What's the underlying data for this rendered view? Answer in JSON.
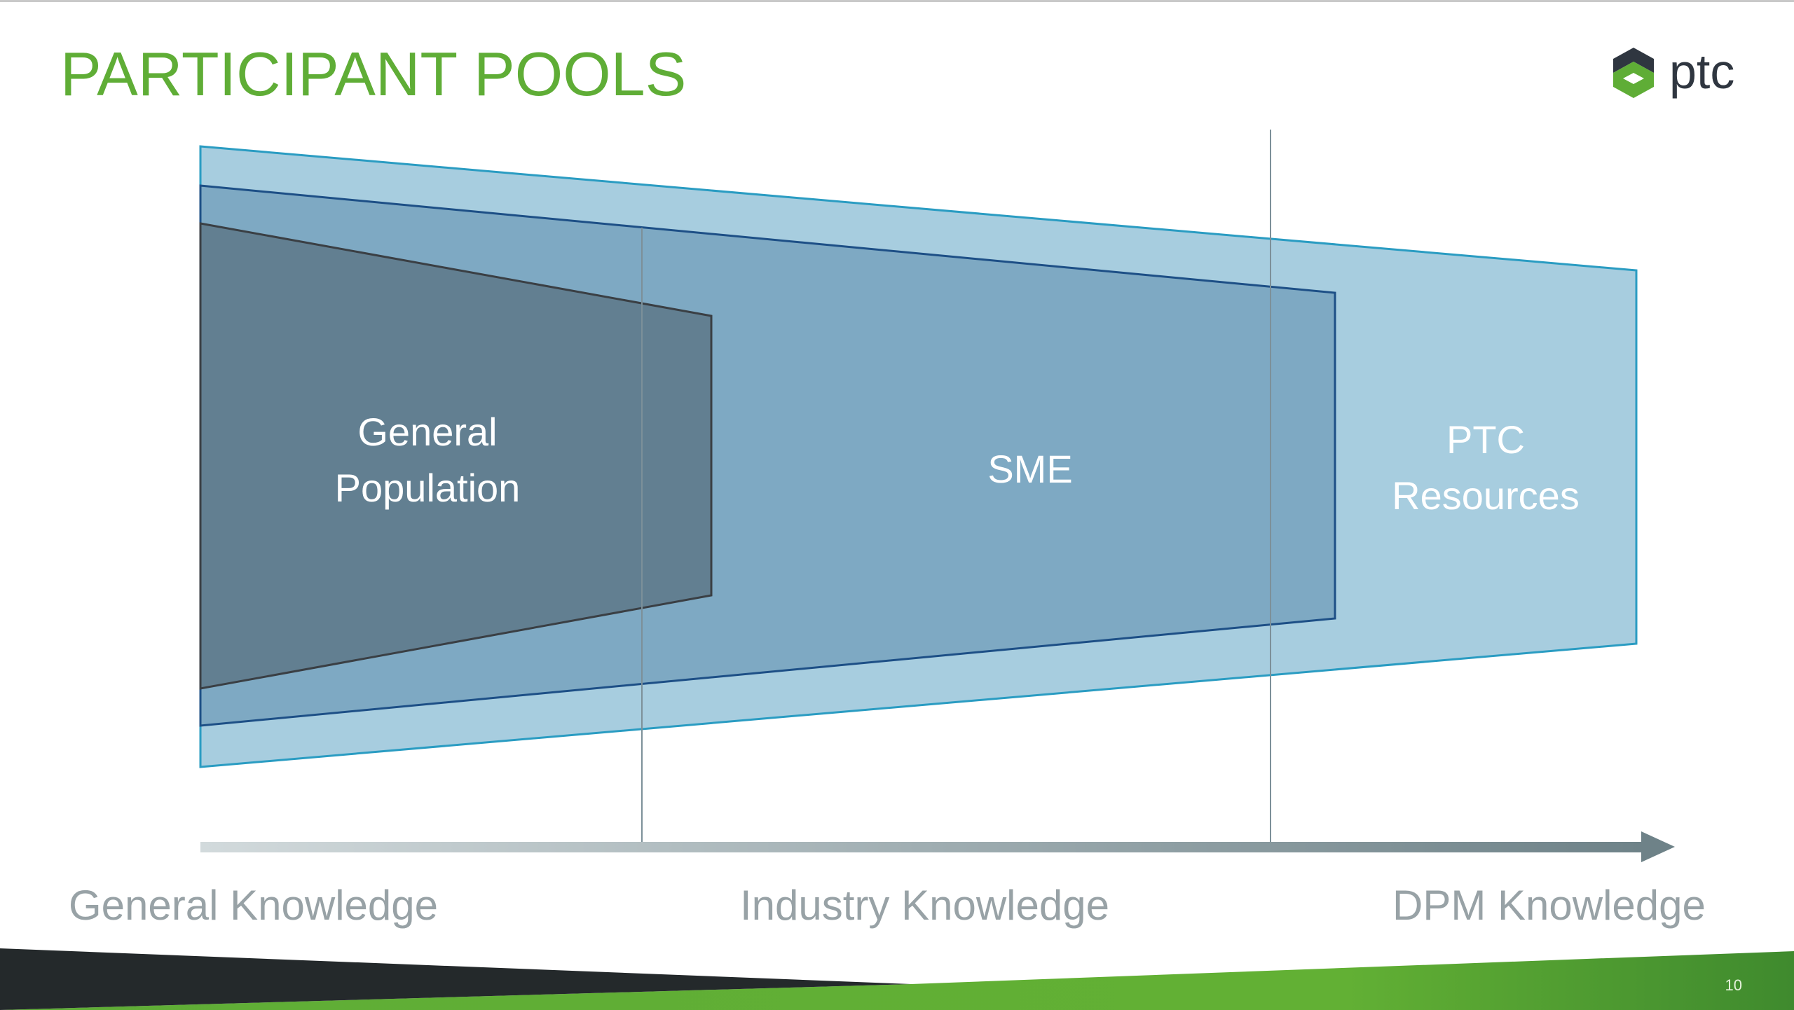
{
  "slide": {
    "title": "PARTICIPANT POOLS",
    "slide_number": "10"
  },
  "logo": {
    "text": "ptc",
    "icon": "ptc-logo-icon"
  },
  "pools": {
    "general_population": {
      "line1": "General",
      "line2": "Population",
      "color": "#627f91"
    },
    "sme": {
      "label": "SME",
      "color": "#7ea9c3"
    },
    "ptc_resources": {
      "line1": "PTC",
      "line2": "Resources",
      "color": "#a7cddf"
    }
  },
  "axis": {
    "labels": [
      "General Knowledge",
      "Industry Knowledge",
      "DPM Knowledge"
    ],
    "arrow_start_color": "#d2dadc",
    "arrow_end_color": "#6e8288"
  },
  "colors": {
    "title_green": "#5fad36",
    "footer_dark": "#24292b",
    "footer_green": "#5fad36"
  }
}
